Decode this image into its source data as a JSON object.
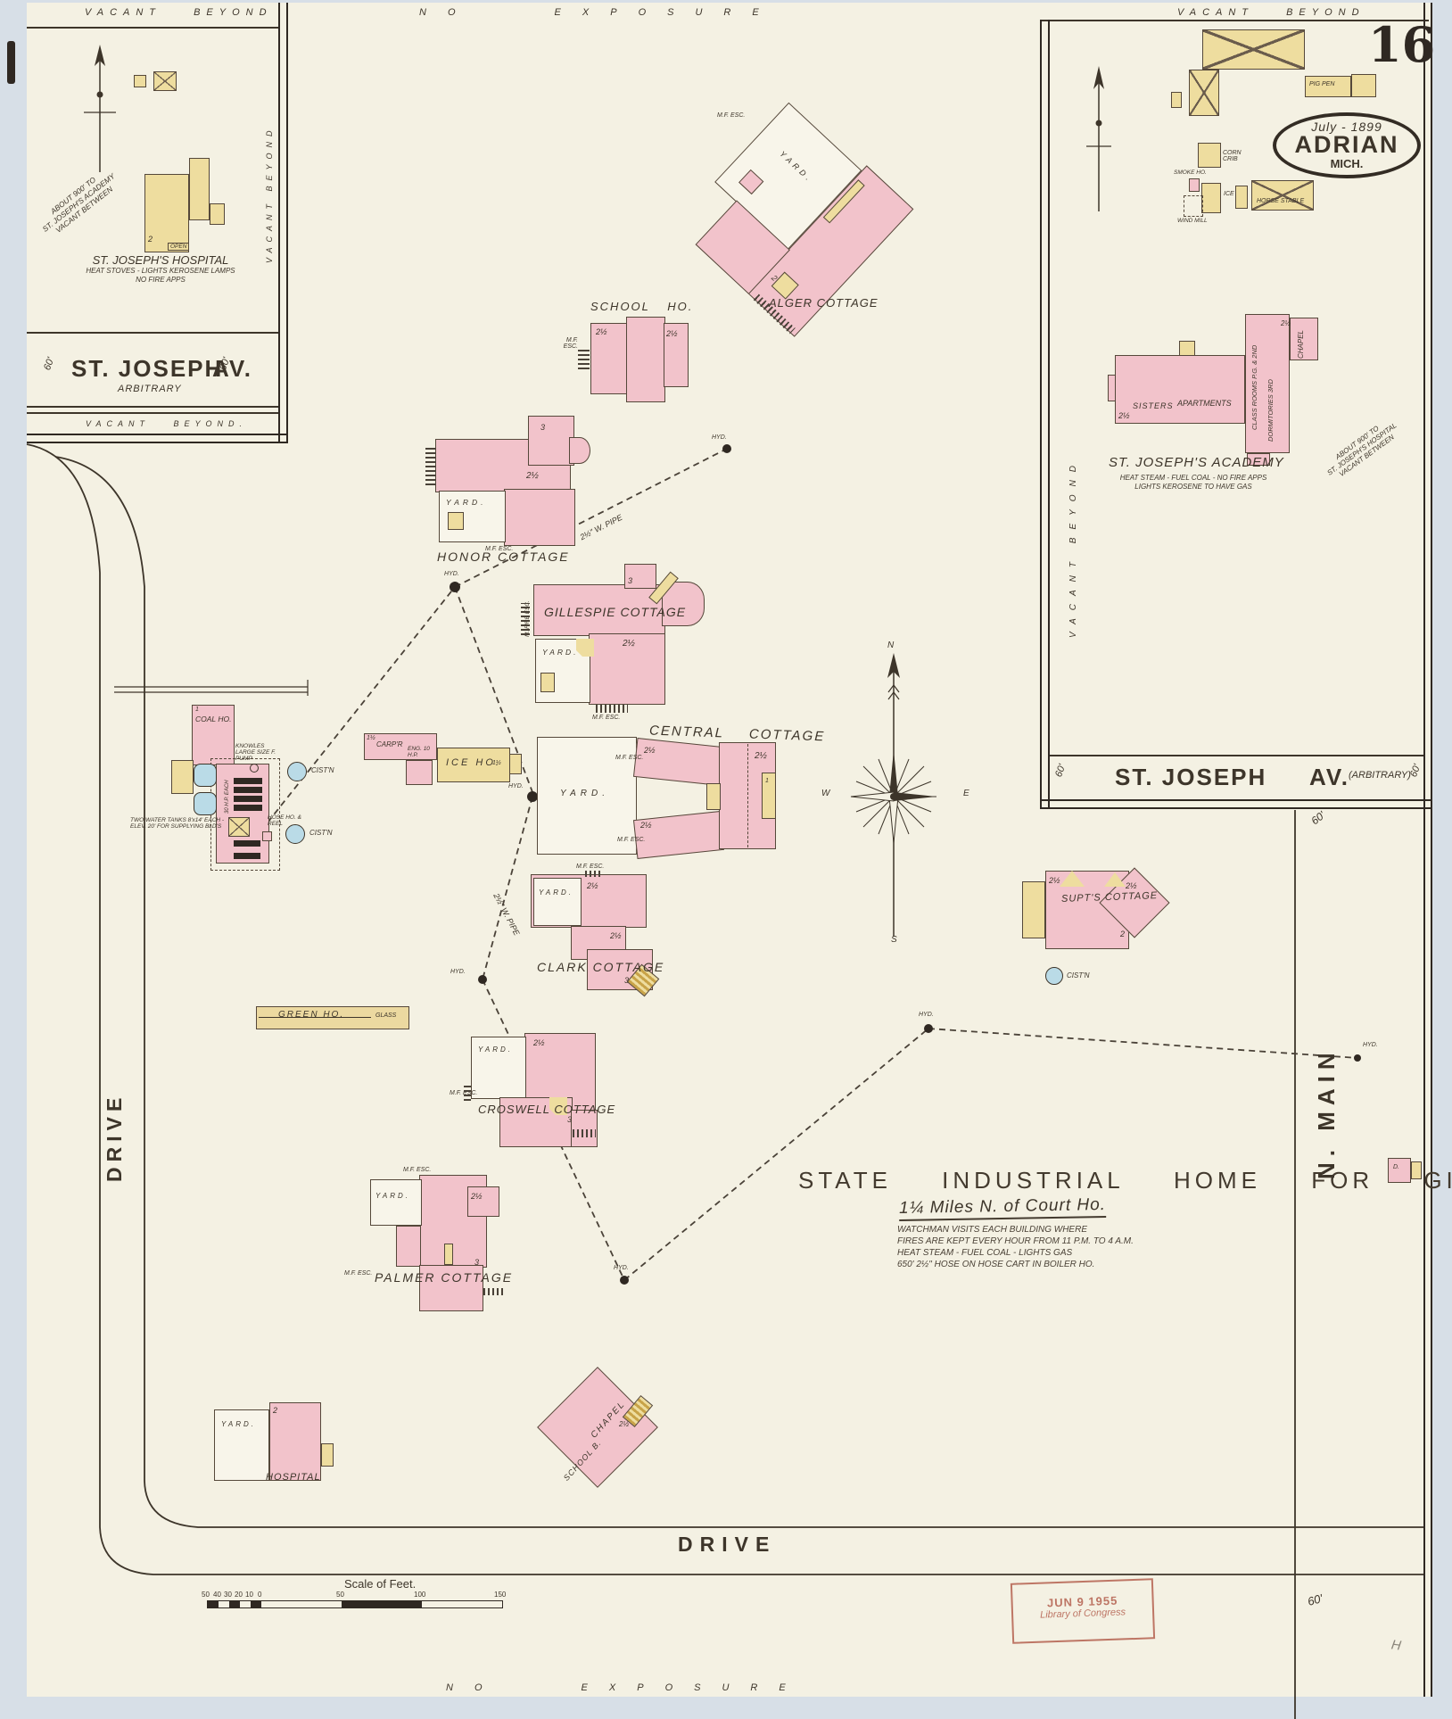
{
  "sheet": {
    "number": "16",
    "pencil_note": "H"
  },
  "oval": {
    "date": "July - 1899",
    "city": "ADRIAN",
    "state": "MICH."
  },
  "margins": {
    "no_exposure_top": "NO EXPOSURE",
    "no_exposure_bottom": "NO EXPOSURE",
    "vacant_top_left": "VACANT BEYOND",
    "vacant_top_right": "VACANT BEYOND"
  },
  "left_inset": {
    "vacant_side": "VACANT BEYOND",
    "hospital_name": "ST. JOSEPH'S HOSPITAL",
    "hospital_note1": "HEAT STOVES - LIGHTS KEROSENE LAMPS",
    "hospital_note2": "NO FIRE APPS",
    "open_label": "OPEN",
    "diag1": "ABOUT 900' TO",
    "diag2": "ST. JOSEPH'S ACADEMY",
    "diag3": "VACANT BETWEEN",
    "street_name": "ST. JOSEPH",
    "street_av": "AV.",
    "street_sub": "ARBITRARY",
    "below_street": "VACANT BEYOND.",
    "w": "60'"
  },
  "right_inset": {
    "vacant_side": "VACANT BEYOND",
    "pig_pen": "PIG PEN",
    "corn_crib": "CORN CRIB",
    "smoke_ho": "SMOKE HO.",
    "ice_ho": "ICE HO.",
    "wind_mill": "WIND MILL",
    "horse_stable": "HORSE STABLE",
    "sisters": "SISTERS",
    "apartments": "APARTMENTS",
    "class_rooms": "CLASS ROOMS P.G. & 2ND",
    "dormitories": "DORMITORIES 3RD",
    "chapel": "CHAPEL",
    "academy_name": "ST. JOSEPH'S ACADEMY",
    "academy_note1": "HEAT STEAM - FUEL COAL - NO FIRE APPS",
    "academy_note2": "LIGHTS KEROSENE TO HAVE GAS",
    "diag1": "ABOUT 900' TO",
    "diag2": "ST. JOSEPH'S HOSPITAL",
    "diag3": "VACANT BETWEEN",
    "street_name": "ST. JOSEPH",
    "street_av": "AV.",
    "street_sub": "(ARBITRARY)",
    "w": "60'"
  },
  "campus": {
    "school": "SCHOOL HO.",
    "alger": "ALGER COTTAGE",
    "honor": "HONOR COTTAGE",
    "gillespie": "GILLESPIE COTTAGE",
    "central": "CENTRAL COTTAGE",
    "clark": "CLARK COTTAGE",
    "croswell": "CROSWELL COTTAGE",
    "palmer": "PALMER COTTAGE",
    "supts": "SUPT'S COTTAGE",
    "green_ho": "GREEN HO.",
    "glass": "GLASS",
    "coal_ho": "COAL HO.",
    "carpr": "CARP'R",
    "eng": "ENG. 10 H.P.",
    "ice_ho": "ICE HO.",
    "chapel": "CHAPEL",
    "school_b": "SCHOOL B.",
    "hospital": "HOSPITAL",
    "pump": "KNOWLES LARGE SIZE F. PUMP",
    "tanks": "TWO WATER TANKS 8'x14' EACH - ELEV. 20' FOR SUPPLYING BLD'S",
    "hose": "HOSE HO. & REEL",
    "boilers": "30 H.P. EACH",
    "pipe": "2½\" W. PIPE"
  },
  "title_block": {
    "title": "STATE INDUSTRIAL HOME FOR GIRLS",
    "subtitle": "1¼ Miles N. of Court Ho.",
    "note1": "WATCHMAN VISITS EACH BUILDING WHERE",
    "note2": "FIRES ARE KEPT EVERY HOUR FROM 11 P.M. TO 4 A.M.",
    "note3": "HEAT STEAM - FUEL COAL - LIGHTS GAS",
    "note4": "650' 2½\" HOSE ON HOSE CART IN BOILER HO."
  },
  "streets": {
    "drive_left": "DRIVE",
    "drive_bottom": "DRIVE",
    "n_main": "N. MAIN",
    "w": "60'"
  },
  "compass": {
    "n": "N",
    "s": "S",
    "e": "E",
    "w": "W"
  },
  "scale": {
    "label": "Scale of Feet.",
    "t50a": "50",
    "t40": "40",
    "t30": "30",
    "t20": "20",
    "t10": "10",
    "t0": "0",
    "t50b": "50",
    "t100": "100",
    "t150": "150"
  },
  "stamp": {
    "line1": "JUN 9 1955",
    "line2": "Library of Congress"
  },
  "labels": {
    "f1": "1",
    "f15": "1½",
    "f2": "2",
    "f25": "2½",
    "f3": "3",
    "d": "D.",
    "yard": "YARD.",
    "hyd": "HYD.",
    "cistn": "CIST'N",
    "mfesc": "M.F. ESC.",
    "mfiresc": "M. FIRE ESC."
  }
}
